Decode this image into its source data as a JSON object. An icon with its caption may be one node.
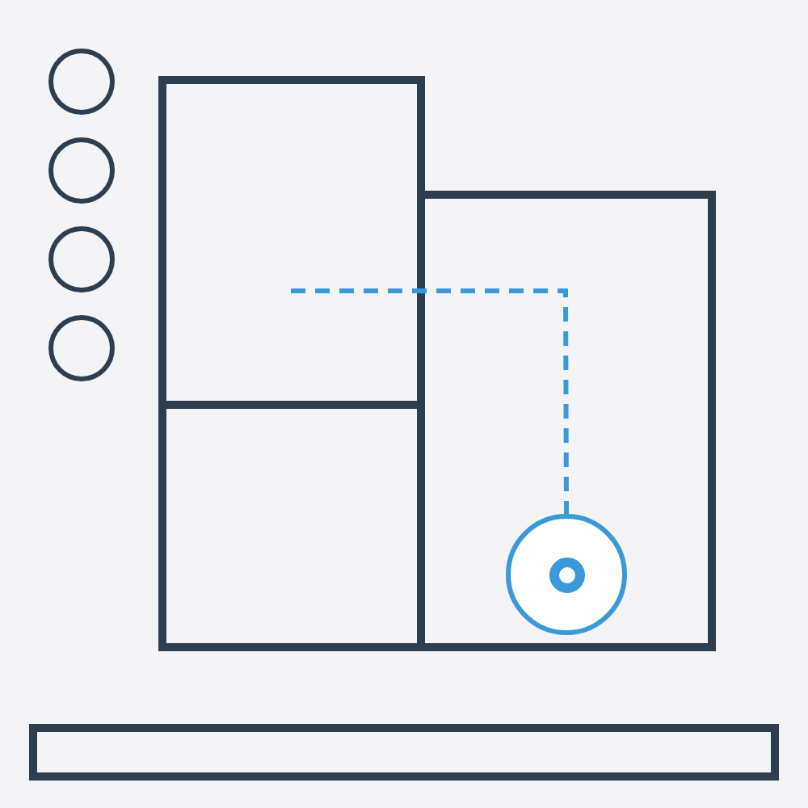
{
  "diagram": {
    "nodes": [
      {
        "text": [],
        "shape": "circle"
      },
      {
        "text": [],
        "shape": "circle"
      },
      {
        "text": [],
        "shape": "circle"
      },
      {
        "text": [],
        "shape": "circle"
      },
      {
        "text": [],
        "shape": "box"
      },
      {
        "text": [],
        "shape": "box"
      },
      {
        "text": [],
        "shape": "box"
      },
      {
        "text": [],
        "shape": "circle",
        "in": 6
      },
      {
        "text": [],
        "shape": "bar"
      }
    ],
    "edges": [
      {
        "from": 4,
        "to": 7,
        "arrow": "none",
        "style": "dashed",
        "color": "#3a9ad9"
      }
    ]
  }
}
